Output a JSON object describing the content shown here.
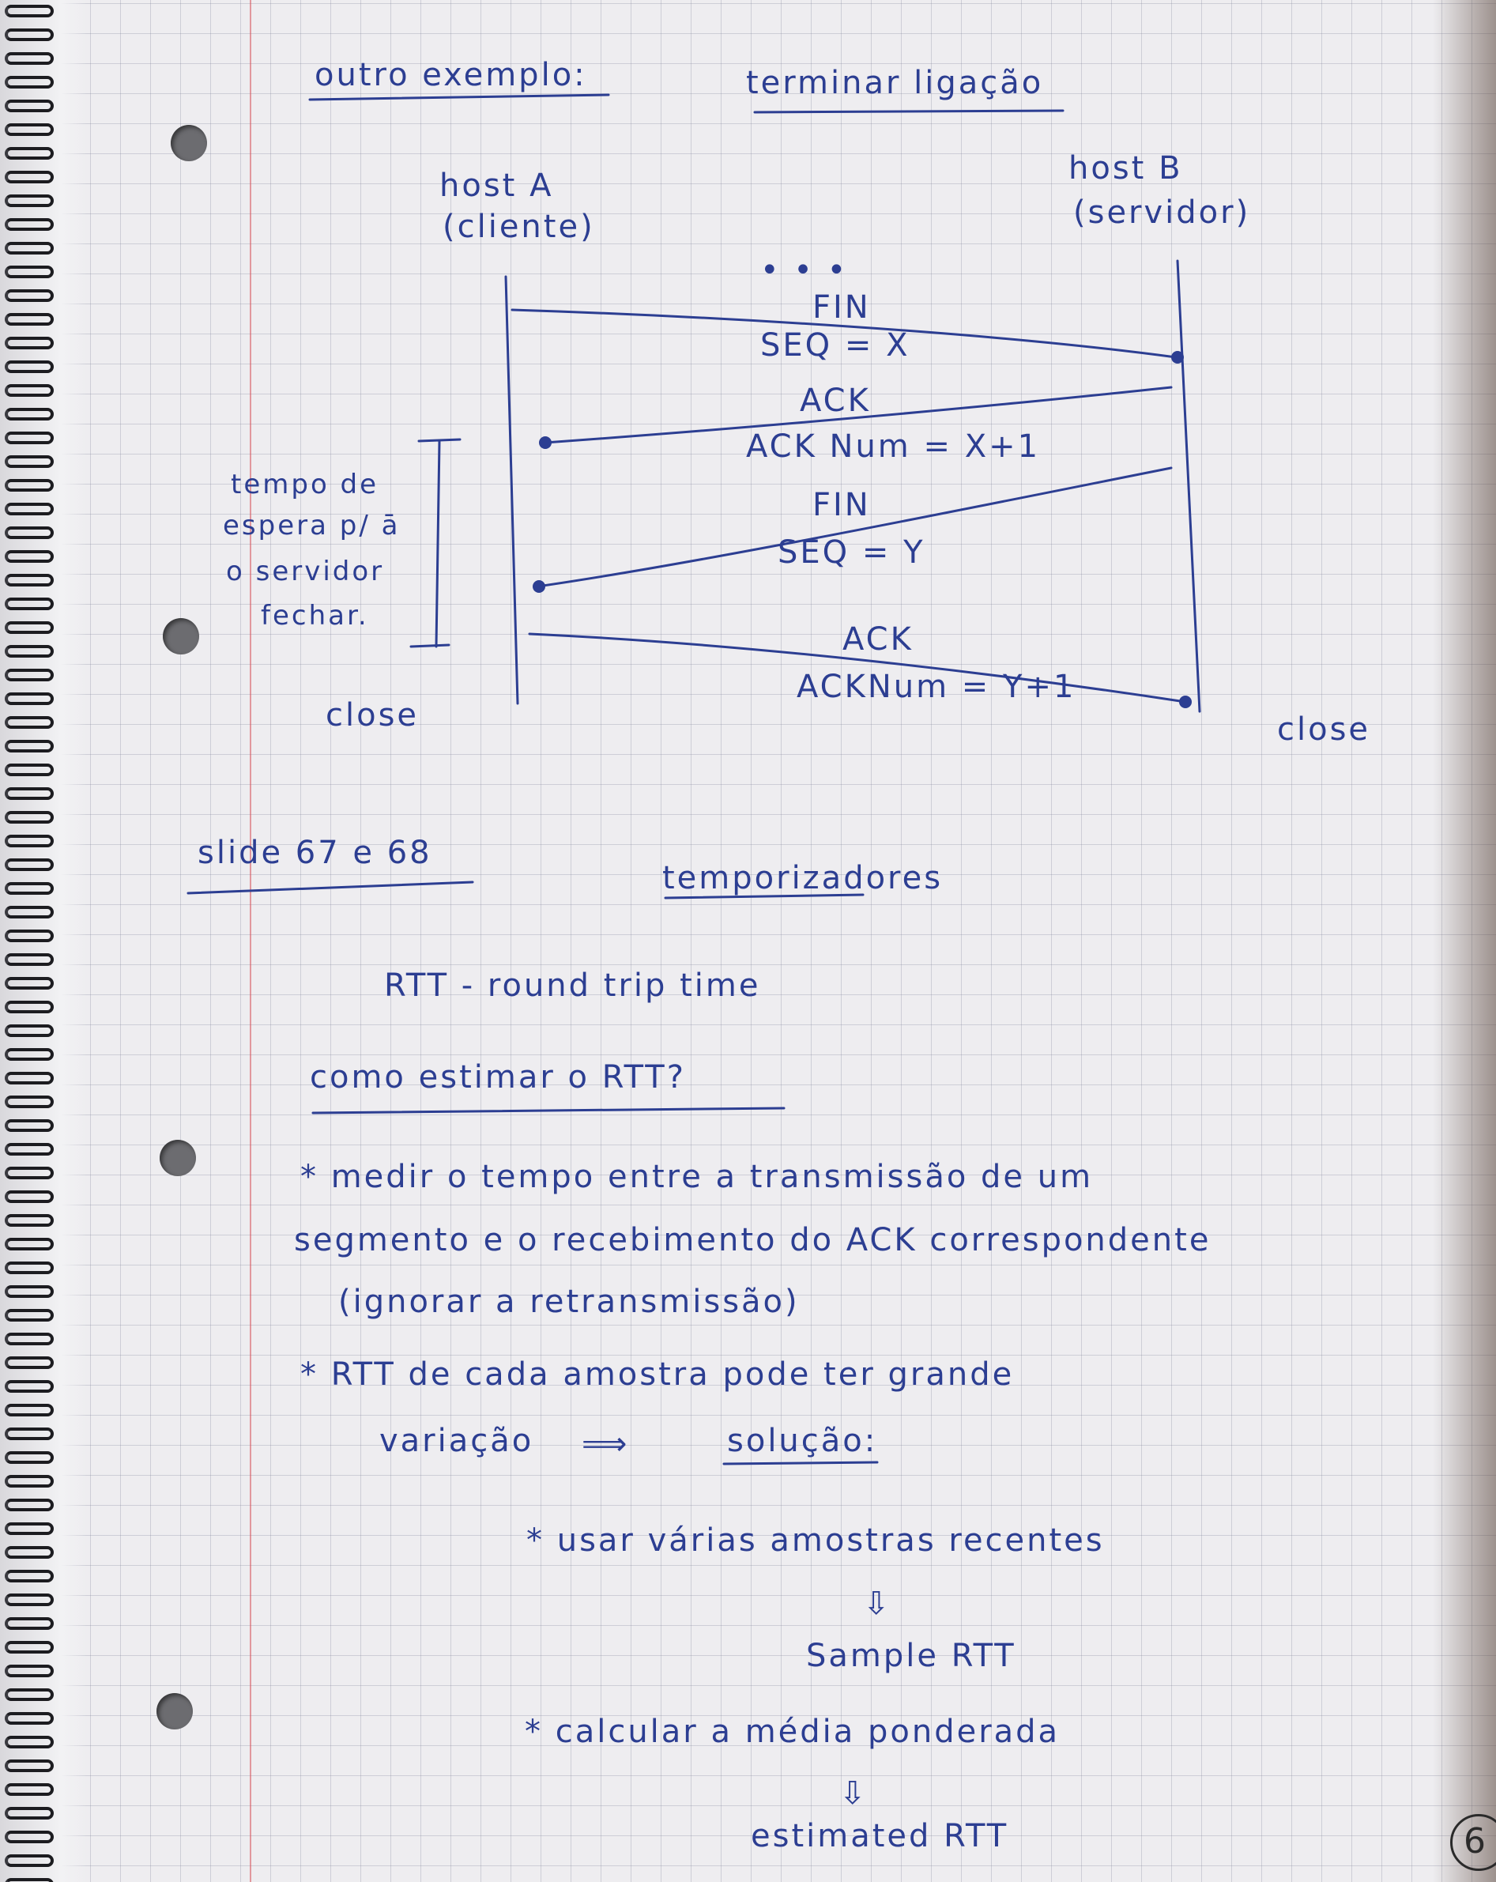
{
  "header": {
    "example_label": "outro exemplo:",
    "title": "terminar ligação"
  },
  "diagram": {
    "host_a": {
      "name": "host A",
      "role": "(cliente)"
    },
    "host_b": {
      "name": "host B",
      "role": "(servidor)"
    },
    "ellipsis": "• • •",
    "messages": [
      {
        "label": "FIN",
        "detail": "SEQ = X"
      },
      {
        "label": "ACK",
        "detail": "ACK Num = X+1"
      },
      {
        "label": "FIN",
        "detail": "SEQ = Y"
      },
      {
        "label": "ACK",
        "detail": "ACKNum = Y+1"
      }
    ],
    "wait_note": [
      "tempo de",
      "espera p/ ā",
      "o servidor",
      "fechar."
    ],
    "close_a": "close",
    "close_b": "close"
  },
  "section2": {
    "slides_label": "slide 67 e 68",
    "title": "temporizadores",
    "rtt_def": "RTT - round trip time",
    "question": "como estimar o RTT?",
    "bullets": [
      "* medir o tempo entre a transmissão de um",
      "segmento e o recebimento do ACK correspondente",
      "(ignorar a retransmissão)",
      "* RTT de cada amostra pode ter grande",
      "variação"
    ],
    "arrow": "⟹",
    "solution_label": "solução:",
    "sol1": "* usar várias amostras recentes",
    "sample_rtt": "Sample RTT",
    "sol2": "* calcular a média ponderada",
    "estimated_rtt": "estimated RTT"
  },
  "page_number": "6"
}
